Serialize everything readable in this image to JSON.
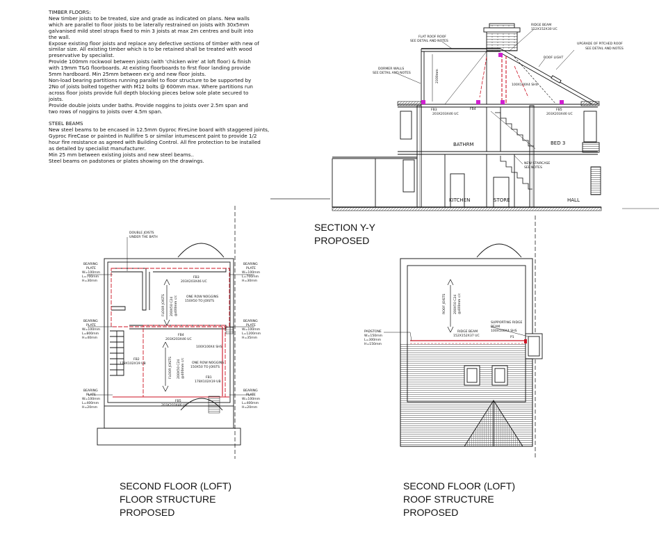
{
  "notes": {
    "timber_heading": "TIMBER FLOORS:",
    "timber_lines": [
      "New timber joists to be treated, size and grade as indicated on plans. New walls",
      "which are parallel to floor joists to be laterally restrained on joists with 30x5mm",
      "galvanised mild steel straps fixed to min 3 joists at max 2m centres and built into",
      "the wall.",
      "Expose existing floor joists and replace any defective sections of timber with new of",
      "similar size. All existing timber which is to be retained shall be treated with wood",
      "preservative by specialist.",
      "Provide 100mm rockwool between joists (with 'chicken wire' at loft floor) & finish",
      "with 19mm T&G floorboards. At existing floorboards to first floor landing provide",
      "5mm hardboard. Min 25mm between ex'g and new floor joists.",
      "Non-load bearing partitions running parallel to floor structure to be supported by",
      "2No of joists bolted together with M12 bolts @ 600mm max. Where partitions run",
      "across floor joists provide full depth blocking pieces below sole plate secured to",
      "joists.",
      "Provide double joists under baths. Provide noggins to joists over 2.5m span and",
      "two rows of noggins to joists over 4.5m span."
    ],
    "steel_heading": "STEEL BEAMS",
    "steel_lines": [
      "New steel beams to be encased in 12.5mm Gyproc FireLine board with staggered joints,",
      "Gyproc FireCase or painted in Nullifire S or similar intumescent paint to provide 1/2",
      "hour fire resistance as agreed with Building Control. All fire protection to be installed",
      "as detailed by specialist manufacturer.",
      "Min 25 mm between existing joists and new steel beams..",
      "Steel beams on padstones or plates showing on the drawings."
    ]
  },
  "section": {
    "title_lines": [
      "SECTION Y-Y",
      "PROPOSED"
    ],
    "labels": {
      "ridge_beam": [
        "RIDGE BEAM",
        "152X152X30 UC"
      ],
      "flat_roof": [
        "FLAT ROOF ROOF",
        "SEE DETAIL AND NOTES"
      ],
      "pitched": [
        "UPGRADE OF PITCHED ROOF",
        "SEE DETAIL AND NOTES"
      ],
      "roof_light": "ROOF LIGHT",
      "dormer": [
        "DORMER WALLS",
        "SEE DETAIL AND NOTES"
      ],
      "height": "2300mm",
      "shs": "100X100X4 SHS",
      "fb3": "FB3",
      "fb4": "FB4",
      "fb5": "FB5",
      "uc_left": "203X203X46 UC",
      "uc_right": "203X203X46 UC",
      "bathrm": "BATHRM",
      "bed3": "BED 3",
      "stair": [
        "NEW STAIRCASE",
        "SEE NOTES"
      ],
      "kitchen": "KITCHEN",
      "store": "STORE",
      "hall": "HALL"
    }
  },
  "floor_plan": {
    "title_lines": [
      "SECOND FLOOR (LOFT)",
      "FLOOR STRUCTURE",
      "PROPOSED"
    ],
    "double_joists": [
      "DOUBLE JOISTS",
      "UNDER THE BATH"
    ],
    "bearing_plates": [
      {
        "lines": [
          "BEARING",
          "PLATE",
          "W=100mm",
          "L=700mm",
          "H=30mm"
        ]
      },
      {
        "lines": [
          "BEARING",
          "PLATE",
          "W=100mm",
          "L=700mm",
          "H=30mm"
        ]
      },
      {
        "lines": [
          "BEARING",
          "PLATE",
          "W=100mm",
          "L=800mm",
          "H=40mm"
        ]
      },
      {
        "lines": [
          "BEARING",
          "PLATE",
          "W=100mm",
          "L=1200mm",
          "H=35mm"
        ]
      },
      {
        "lines": [
          "BEARING",
          "PLATE",
          "W=100mm",
          "L=400mm",
          "H=20mm"
        ]
      },
      {
        "lines": [
          "BEARING",
          "PLATE",
          "W=100mm",
          "L=400mm",
          "H=20mm"
        ]
      }
    ],
    "fb3": "FB3",
    "fb3_size": "203X203X46 UC",
    "joists_a": [
      "FLOOR JOISTS",
      "200X50 C24",
      "@400mm c/c"
    ],
    "noggins_a": [
      "ONE ROW NOGGINS",
      "150X50 TO JOISTS"
    ],
    "fb4": "FB4",
    "fb4_size": "203X203X46 UC",
    "shs": "100X100X4 SHS",
    "fb2": "FB2",
    "fb2_size": "178X102X19 UB",
    "joists_b": [
      "FLOOR JOISTS",
      "200X50 C24",
      "@400mm c/c"
    ],
    "noggins_b": [
      "ONE ROW NOGGINS",
      "150X50 TO JOISTS"
    ],
    "fb1": "FB1",
    "fb1_size": "178X102X19 UB",
    "fb5": "FB5",
    "fb5_size": "203X203X46 UC"
  },
  "roof_plan": {
    "title_lines": [
      "SECOND FLOOR (LOFT)",
      "ROOF STRUCTURE",
      "PROPOSED"
    ],
    "joists": [
      "ROOF JOISTS",
      "200X50 C24",
      "@400mm c/c"
    ],
    "ridge": [
      "RIDGE BEAM",
      "152X152X37 UC"
    ],
    "support": [
      "SUPPORTING RIDGE",
      "BEAM",
      "100X100X4 SHS"
    ],
    "p1": "P1",
    "padstone": [
      "PADSTONE",
      "W=150mm",
      "L=300mm",
      "H=150mm"
    ]
  }
}
